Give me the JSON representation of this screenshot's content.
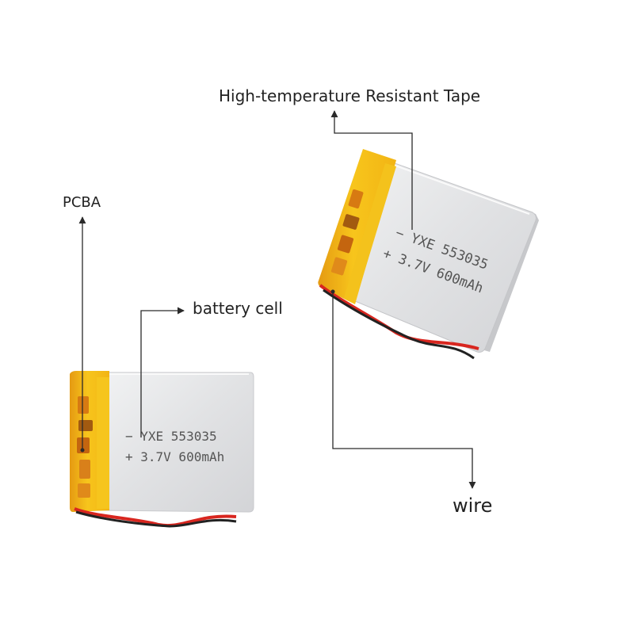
{
  "annotations": {
    "tape": "High-temperature Resistant Tape",
    "pcba": "PCBA",
    "cell": "battery cell",
    "wire": "wire"
  },
  "battery_small": {
    "model_line": "−  YXE 553035",
    "spec_line": "+  3.7V 600mAh"
  },
  "battery_large": {
    "model_line": "−  YXE 553035",
    "spec_line": "+  3.7V 600mAh"
  },
  "colors": {
    "body_silver": "#e4e5e7",
    "tape_yellow": "#f4c21c",
    "tape_orange": "#e08a1a",
    "wire_red": "#d8261f",
    "wire_black": "#222222",
    "leader_line": "#2a2a2a"
  }
}
